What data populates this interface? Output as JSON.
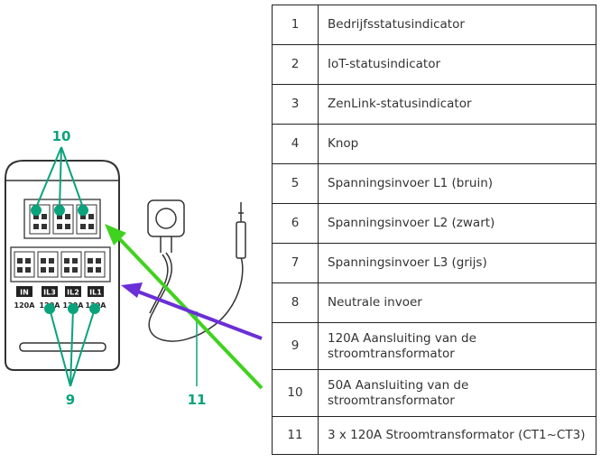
{
  "callouts": {
    "terminals_50a": "10",
    "terminals_120a": "9",
    "current_transformer": "11"
  },
  "terminal_labels": [
    "IN",
    "IL3",
    "IL2",
    "IL1"
  ],
  "terminal_ratings": [
    "120A",
    "120A",
    "120A",
    "120A"
  ],
  "colors": {
    "callout_teal": "#0aa37c",
    "arrow_green": "#3fd21e",
    "arrow_purple": "#6a2fd6"
  },
  "legend": [
    {
      "num": "1",
      "text": "Bedrijfsstatusindicator"
    },
    {
      "num": "2",
      "text": "IoT-statusindicator"
    },
    {
      "num": "3",
      "text": "ZenLink-statusindicator"
    },
    {
      "num": "4",
      "text": "Knop"
    },
    {
      "num": "5",
      "text": "Spanningsinvoer L1 (bruin)"
    },
    {
      "num": "6",
      "text": "Spanningsinvoer L2 (zwart)"
    },
    {
      "num": "7",
      "text": "Spanningsinvoer L3 (grijs)"
    },
    {
      "num": "8",
      "text": "Neutrale invoer"
    },
    {
      "num": "9",
      "text": "120A Aansluiting van de stroomtransformator"
    },
    {
      "num": "10",
      "text": "50A Aansluiting van de stroomtransformator"
    },
    {
      "num": "11",
      "text": "3 x 120A Stroomtransformator (CT1~CT3)"
    }
  ]
}
